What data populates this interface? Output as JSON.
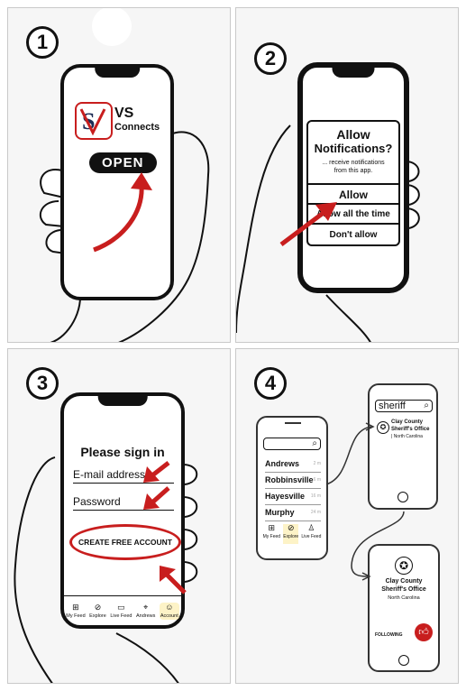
{
  "steps": {
    "s1": "1",
    "s2": "2",
    "s3": "3",
    "s4": "4"
  },
  "panel1": {
    "app_name_line1": "VS",
    "app_name_line2": "Connects",
    "open_button": "OPEN"
  },
  "panel2": {
    "title_line1": "Allow",
    "title_line2": "Notifications?",
    "subtitle_line1": "... receive notifications",
    "subtitle_line2": "from this app.",
    "options": [
      "Allow",
      "Allow all the time",
      "Don't allow"
    ]
  },
  "panel3": {
    "title": "Please sign in",
    "email_label": "E-mail address",
    "password_label": "Password",
    "create_button": "CREATE FREE ACCOUNT",
    "tabs": [
      "My Feed",
      "Explore",
      "Live Feed",
      "Andrews",
      "Account"
    ]
  },
  "panel4": {
    "search_query": "sheriff",
    "list_items": [
      "Andrews",
      "Robbinsville",
      "Hayesville",
      "Murphy"
    ],
    "list_meta": [
      "2 m",
      "6 m",
      "16 m",
      "24 m"
    ],
    "tabs": [
      "My Feed",
      "Explore",
      "Live Feed"
    ],
    "result_name_line1": "Clay County",
    "result_name_line2": "Sheriff's Office",
    "result_region": "| North Carolina",
    "detail_name_line1": "Clay County",
    "detail_name_line2": "Sheriff's Office",
    "detail_region": "North Carolina",
    "following_label": "FOLLOWING"
  },
  "colors": {
    "accent_red": "#c81e1e",
    "navy": "#1d2c55",
    "ink": "#111111"
  }
}
